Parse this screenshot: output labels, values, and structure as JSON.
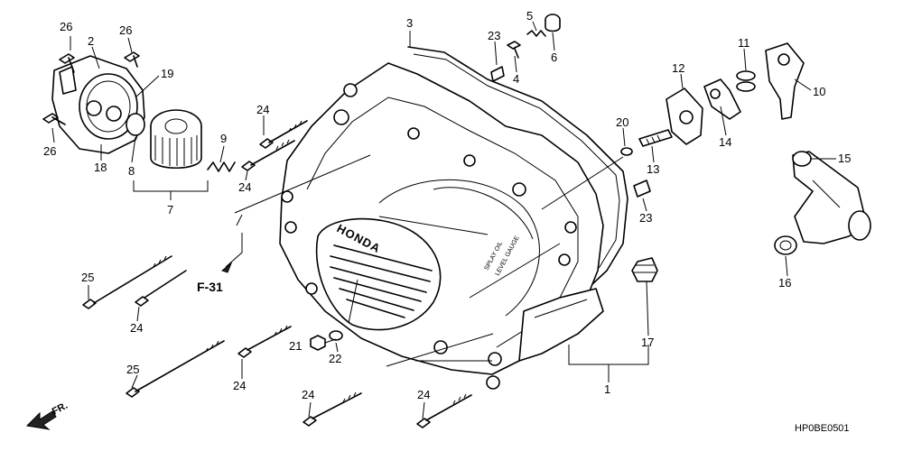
{
  "diagram": {
    "code": "HP0BE0501",
    "ref_tag": "F-31",
    "front_label": "FR.",
    "cover_brand": "HONDA",
    "cover_text_1": "SPLAY OIL",
    "cover_text_2": "LEVEL GAUGE",
    "callouts": [
      {
        "label": "1"
      },
      {
        "label": "2"
      },
      {
        "label": "3"
      },
      {
        "label": "4"
      },
      {
        "label": "5"
      },
      {
        "label": "6"
      },
      {
        "label": "7"
      },
      {
        "label": "8"
      },
      {
        "label": "9"
      },
      {
        "label": "10"
      },
      {
        "label": "11"
      },
      {
        "label": "12"
      },
      {
        "label": "13"
      },
      {
        "label": "14"
      },
      {
        "label": "15"
      },
      {
        "label": "16"
      },
      {
        "label": "17"
      },
      {
        "label": "18"
      },
      {
        "label": "19"
      },
      {
        "label": "20"
      },
      {
        "label": "21"
      },
      {
        "label": "22"
      },
      {
        "label": "23"
      },
      {
        "label": "23"
      },
      {
        "label": "24"
      },
      {
        "label": "24"
      },
      {
        "label": "24"
      },
      {
        "label": "24"
      },
      {
        "label": "24"
      },
      {
        "label": "24"
      },
      {
        "label": "25"
      },
      {
        "label": "25"
      },
      {
        "label": "26"
      },
      {
        "label": "26"
      },
      {
        "label": "26"
      }
    ]
  }
}
